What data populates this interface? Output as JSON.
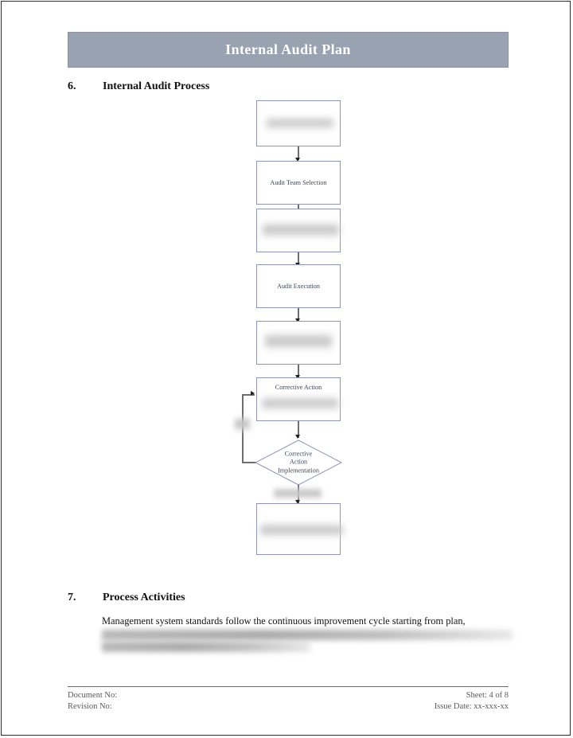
{
  "document": {
    "banner_title": "Internal Audit Plan"
  },
  "sections": [
    {
      "number": "6.",
      "title": "Internal Audit Process"
    },
    {
      "number": "7.",
      "title": "Process Activities"
    }
  ],
  "flowchart": {
    "type": "process-flow",
    "nodes": [
      {
        "id": "n1",
        "shape": "rectangle",
        "label": "",
        "redacted": true
      },
      {
        "id": "n2",
        "shape": "rectangle",
        "label": "Audit Team Selection",
        "redacted": false
      },
      {
        "id": "n3",
        "shape": "rectangle",
        "label": "",
        "redacted": true
      },
      {
        "id": "n4",
        "shape": "rectangle",
        "label": "Audit Execution",
        "redacted": false
      },
      {
        "id": "n5",
        "shape": "rectangle",
        "label": "",
        "redacted": true
      },
      {
        "id": "n6",
        "shape": "rectangle",
        "label": "Corrective Action",
        "redacted": true
      },
      {
        "id": "n7",
        "shape": "diamond",
        "label_line1": "Corrective",
        "label_line2": "Action",
        "label_line3": "Implementation",
        "redacted": false
      },
      {
        "id": "n8",
        "shape": "rectangle",
        "label": "",
        "redacted": true
      }
    ],
    "edge_labels": [
      {
        "id": "e-loop",
        "label": "",
        "redacted": true
      },
      {
        "id": "e-exit",
        "label": "",
        "redacted": true
      }
    ]
  },
  "body": {
    "paragraph_visible_line": "Management system standards follow the continuous improvement cycle starting from plan,"
  },
  "footer": {
    "document_no": "Document No:",
    "revision_no": "Revision No:",
    "sheet": "Sheet: 4 of 8",
    "issue_date": "Issue Date: xx-xxx-xx"
  },
  "colors": {
    "banner_bg": "#98a2b1",
    "box_border": "#8d96b8",
    "connector": "#6e6e6e",
    "text": "#111111",
    "footer_text": "#5a5a5a"
  }
}
